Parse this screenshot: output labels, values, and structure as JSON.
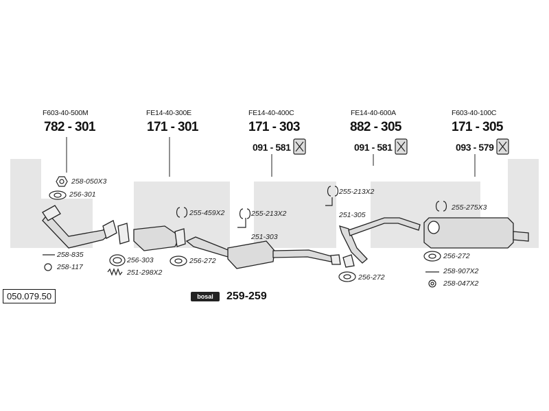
{
  "catalog_number": "050.079.50",
  "brand_logo_text": "bosal",
  "assembly": {
    "number": "259-259"
  },
  "groups": [
    {
      "oe": "F603-40-500M",
      "part": "782 - 301",
      "hardware": ""
    },
    {
      "oe": "FE14-40-300E",
      "part": "171 - 301",
      "hardware": ""
    },
    {
      "oe": "FE14-40-400C",
      "part": "171 - 303",
      "hardware": "091 - 581"
    },
    {
      "oe": "FE14-40-600A",
      "part": "882 - 305",
      "hardware": "091 - 581"
    },
    {
      "oe": "F603-40-100C",
      "part": "171 - 305",
      "hardware": "093 - 579"
    }
  ],
  "part_labels": {
    "p258_050x3": "258-050X3",
    "p256_301": "256-301",
    "p258_835": "258-835",
    "p258_117": "258-117",
    "p256_303": "256-303",
    "p251_298x2": "251-298X2",
    "p255_459x2": "255-459X2",
    "p256_272_a": "256-272",
    "p255_213x2_a": "255-213X2",
    "p251_303": "251-303",
    "p255_213x2_b": "255-213X2",
    "p251_305": "251-305",
    "p256_272_b": "256-272",
    "p255_275x3": "255-275X3",
    "p256_272_c": "256-272",
    "p258_907x2": "258-907X2",
    "p258_047x2": "258-047X2"
  },
  "colors": {
    "line": "#222222",
    "pipe_fill": "#dcdcdc",
    "watermark": "#e6e6e6"
  }
}
